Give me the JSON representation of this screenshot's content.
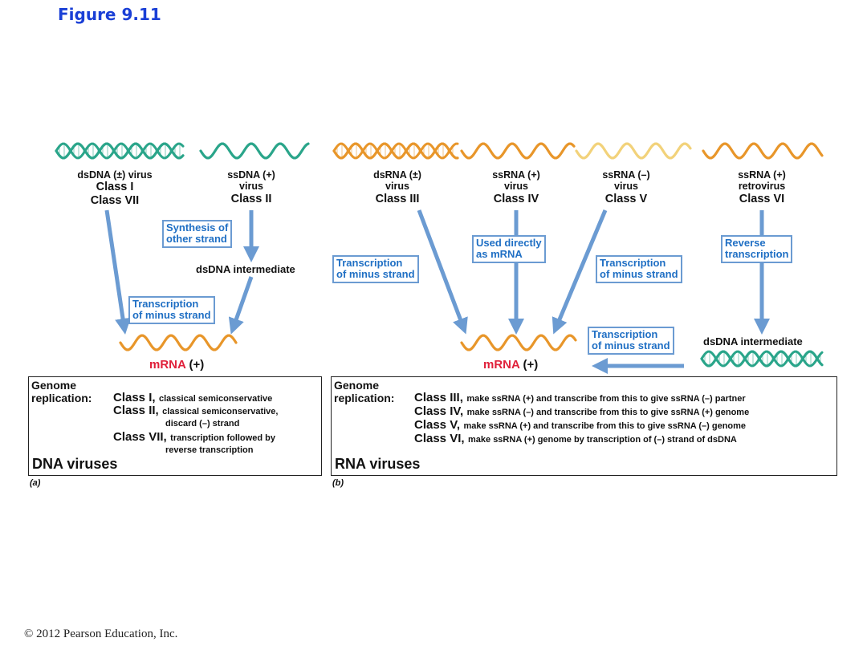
{
  "figure_title": "Figure 9.11",
  "viruses": {
    "dsdna": {
      "l1": "dsDNA (±) virus",
      "l2": "Class I",
      "l3": "Class VII"
    },
    "ssdna": {
      "l1": "ssDNA (+)",
      "l2": "virus",
      "l3": "Class II"
    },
    "dsrna": {
      "l1": "dsRNA (±)",
      "l2": "virus",
      "l3": "Class III"
    },
    "ssrna_plus": {
      "l1": "ssRNA (+)",
      "l2": "virus",
      "l3": "Class IV"
    },
    "ssrna_minus": {
      "l1": "ssRNA (–)",
      "l2": "virus",
      "l3": "Class V"
    },
    "retro": {
      "l1": "ssRNA (+)",
      "l2": "retrovirus",
      "l3": "Class VI"
    }
  },
  "boxes": {
    "synthesis_l1": "Synthesis of",
    "synthesis_l2": "other strand",
    "trans_a_l1": "Transcription",
    "trans_a_l2": "of minus strand",
    "trans_left_l1": "Transcription",
    "trans_left_l2": "of minus strand",
    "used_l1": "Used directly",
    "used_l2": "as mRNA",
    "trans_right_l1": "Transcription",
    "trans_right_l2": "of minus strand",
    "reverse_l1": "Reverse",
    "reverse_l2": "transcription",
    "trans_bottom_l1": "Transcription",
    "trans_bottom_l2": "of minus strand"
  },
  "intermediates": {
    "dsdna_a": "dsDNA intermediate",
    "dsdna_b": "dsDNA intermediate"
  },
  "mrna": {
    "word": "mRNA",
    "sign": "(+)"
  },
  "panel_a": {
    "genome": "Genome",
    "replication": "replication:",
    "rows": [
      {
        "cls": "Class I,",
        "desc": "classical semiconservative"
      },
      {
        "cls": "Class II,",
        "desc": "classical semiconservative,"
      },
      {
        "cls": "Class VII,",
        "desc": "transcription followed by"
      }
    ],
    "cont_ii": "discard (–) strand",
    "cont_vii": "reverse transcription",
    "title": "DNA viruses",
    "label": "(a)"
  },
  "panel_b": {
    "genome": "Genome",
    "replication": "replication:",
    "rows": [
      {
        "cls": "Class III,",
        "desc": "make ssRNA (+) and transcribe from this to give ssRNA (–) partner"
      },
      {
        "cls": "Class IV,",
        "desc": "make ssRNA (–) and transcribe from this to give ssRNA (+) genome"
      },
      {
        "cls": "Class V,",
        "desc": "make ssRNA (+) and transcribe from this to give ssRNA (–) genome"
      },
      {
        "cls": "Class VI,",
        "desc": "make ssRNA (+) genome by transcription of (–) strand of dsDNA"
      }
    ],
    "title": "RNA viruses",
    "label": "(b)"
  },
  "copyright": "© 2012 Pearson Education, Inc.",
  "colors": {
    "arrow": "#6b9bd2",
    "box_text": "#1f6fc4",
    "mrna_red": "#e0203a",
    "green_helix": "#2aa58a",
    "orange_helix": "#e8962a",
    "yellow_helix": "#f2d27a",
    "title_blue": "#1a3fd6"
  }
}
